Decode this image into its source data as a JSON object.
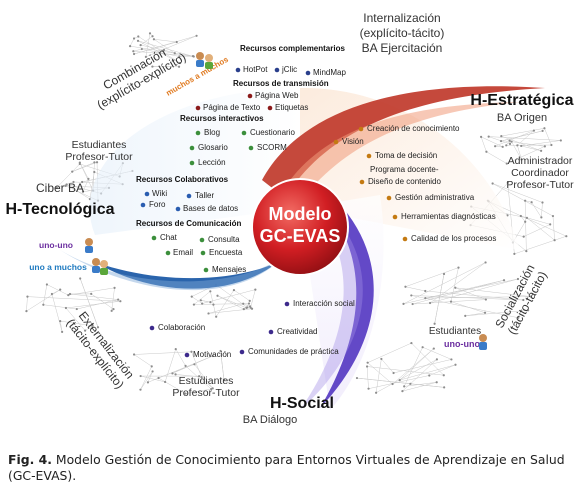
{
  "center": {
    "line1": "Modelo",
    "line2": "GC-EVAS"
  },
  "combinacion": {
    "line1": "Combinación",
    "line2": "(explícito-explícito)",
    "tag": "muchos a muchos"
  },
  "internalizacion": {
    "line1": "Internalización",
    "line2": "(explícito-tácito)",
    "line3": "BA Ejercitación"
  },
  "estrategica": {
    "title": "H-Estratégica",
    "subtitle": "BA Origen"
  },
  "tecnologica": {
    "title": "H-Tecnológica",
    "subtitle": "Ciber BA",
    "uno_uno": "uno-uno",
    "uno_muchos": "uno a muchos"
  },
  "social": {
    "title": "H-Social",
    "subtitle": "BA Diálogo"
  },
  "externalizacion": {
    "line1": "Externalización",
    "line2": "(tácito-explícito)"
  },
  "socializacion": {
    "line1": "Socialización",
    "line2": "(tácito-tácito)"
  },
  "roles": {
    "top_left": {
      "line1": "Estudiantes",
      "line2": "Profesor-Tutor"
    },
    "right": {
      "line1": "Administrador",
      "line2": "Coordinador",
      "line3": "Profesor-Tutor"
    },
    "bottom_left": {
      "line1": "Estudiantes",
      "line2": "Profesor-Tutor"
    },
    "bottom_right": {
      "label": "Estudiantes",
      "tag": "uno-uno"
    }
  },
  "tech_groups": [
    {
      "heading": "Recursos complementarios",
      "items": [
        "HotPot",
        "jClic",
        "MindMap"
      ]
    },
    {
      "heading": "Recursos de transmisión",
      "items": [
        "Página Web",
        "Página de Texto",
        "Etiquetas"
      ]
    },
    {
      "heading": "Recursos interactivos",
      "items": [
        "Blog",
        "Cuestionario",
        "Glosario",
        "SCORM",
        "Lección"
      ]
    },
    {
      "heading": "Recursos Colaborativos",
      "items": [
        "Wiki",
        "Taller",
        "Foro",
        "Bases de datos"
      ]
    },
    {
      "heading": "Recursos de Comunicación",
      "items": [
        "Chat",
        "Consulta",
        "Email",
        "Encuesta",
        "Mensajes"
      ]
    }
  ],
  "strategic_items": [
    "Creación de conocimiento",
    "Visión",
    "Toma de decisión",
    "Programa docente-",
    "Diseño de contenido",
    "Gestión administrativa",
    "Herramientas diagnósticas",
    "Calidad de los procesos"
  ],
  "social_items": [
    "Interacción social",
    "Colaboración",
    "Creatividad",
    "Motivación",
    "Comunidades de práctica"
  ],
  "caption": {
    "label": "Fig. 4.",
    "text": "Modelo Gestión de Conocimiento para Entornos Virtuales de Aprendizaje en Salud (GC-EVAS)."
  },
  "colors": {
    "red_arc": "#c0392b",
    "blue_arc": "#1f5ca8",
    "purple_arc": "#5b3fc4",
    "center": "#c4161c",
    "dot_red": "#8b1a1a",
    "dot_green": "#3c8f3c",
    "dot_blue": "#2a5db0",
    "dot_purple": "#3d2a8c",
    "dot_orange": "#c47a12"
  }
}
